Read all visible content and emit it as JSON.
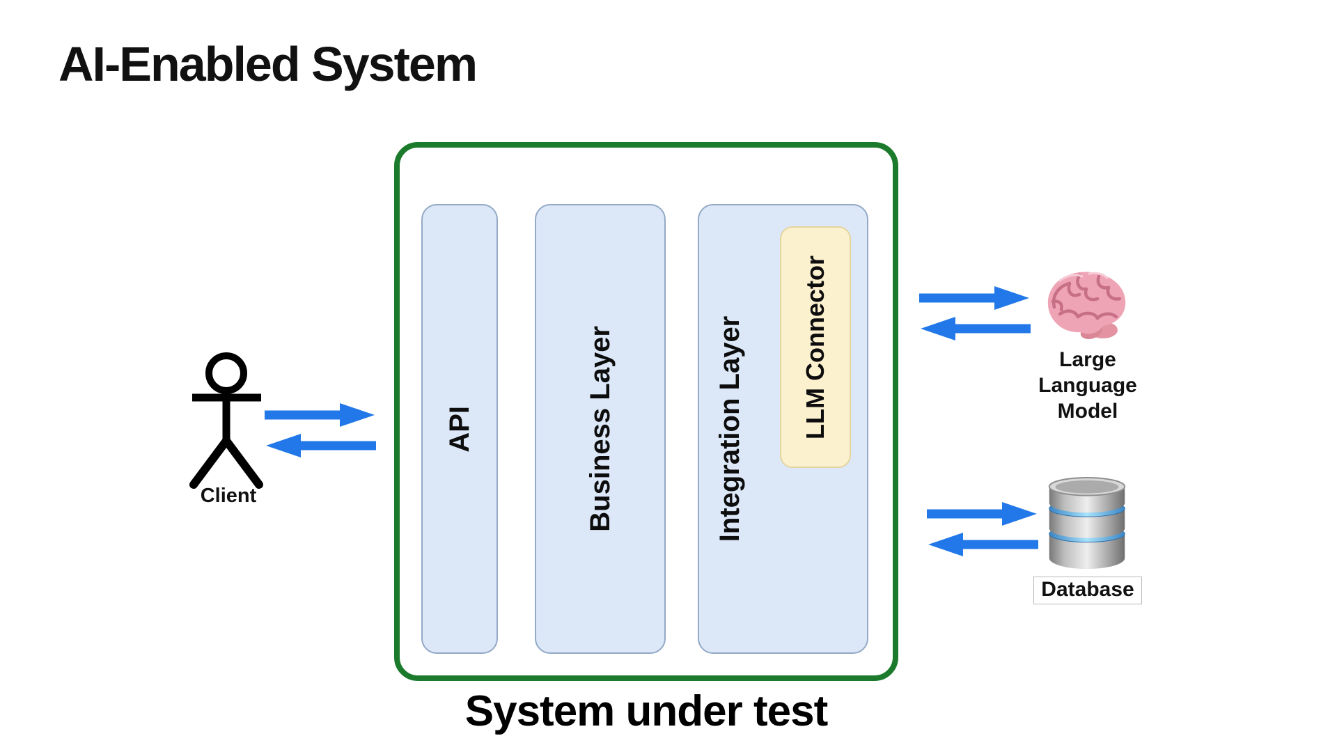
{
  "title": "AI-Enabled System",
  "system": {
    "caption": "System under test",
    "layers": [
      {
        "id": "api",
        "label": "API"
      },
      {
        "id": "business",
        "label": "Business Layer"
      },
      {
        "id": "integration",
        "label": "Integration Layer"
      }
    ],
    "connector": {
      "label": "LLM Connector"
    }
  },
  "client": {
    "label": "Client"
  },
  "llm": {
    "lines": [
      "Large",
      "Language",
      "Model"
    ]
  },
  "database": {
    "label": "Database"
  },
  "colors": {
    "system_border_green": "#1b7a2b",
    "arrow_blue": "#2278e8",
    "layer_fill": "#dce8f8",
    "layer_border": "#93a9c6",
    "connector_fill": "#fcf1cf",
    "connector_border": "#e4d49e",
    "brain_pink": "#eea4b4",
    "database_band_blue": "#a8e2fb"
  }
}
